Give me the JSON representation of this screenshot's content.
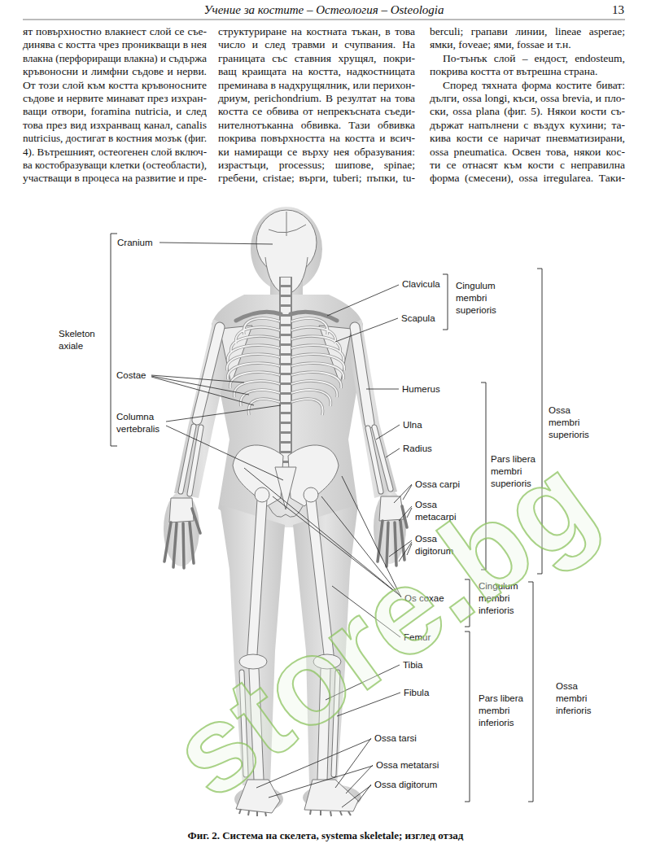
{
  "diagram": {
    "caption": "Фиг. 2. Система на скелета, systema skeletale; изглед отзад",
    "labels": [
      "Учение за костите – Остеология – Osteologia",
      "13",
      "ят повърхностно влакнест слой се съе-",
      "динява с костта чрез проникващи в нея",
      "влакна (перфориращи влакна) и съдържа",
      "кръвоносни и лимфни съдове и нерви.",
      "От този слой към костта кръвоносните",
      "съдове и нервите минават през изхран-",
      "ващи отвори, foramina nutricia, и след",
      "това през вид изхранващ канал, canalis",
      "nutricius, достигат в костния мозък (фиг.",
      "4). Вътрешният, остеогенен слой включ-",
      "ва костобразуващи клетки (остеобласти),",
      "участващи в процеса на развитие и пре-",
      "структуриране на костната тъкан, в това",
      "число и след травми и счупвания. На",
      "границата със ставния хрущял, покри-",
      "ващ краищата на костта, надкостницата",
      "преминава в надхрущялник, или перихон-",
      "дриум, perichondrium. В резултат на това",
      "костта се обвива от непрекъсната съеди-",
      "нителнотъканна обвивка. Тази обвивка",
      "покрива повърхността на костта и всич-",
      "ки намиращи се върху нея образувания:",
      "израстъци, processus; шипове, spinae;",
      "гребени, cristae; върги, tuberi; пъпки, tu-",
      "berculi; грапави линии, lineae asperae;",
      "ямки, foveae; ями, fossae и т.н.",
      "По-тънък слой – ендост, endosteum,",
      "покрива костта от вътрешна страна.",
      "Според тяхната форма костите биват:",
      "дълги, ossa longi, къси, ossa brevia, и пло-",
      "ски, ossa plana (фиг. 5). Някои кости съ-",
      "държат напълнени с въздух кухини; та-",
      "кива кости се наричат пневматизирани,",
      "ossa pneumatica. Освен това, някои кос-",
      "ти се отнасят към кости с неправилна",
      "форма (смесени), ossa irregularea. Таки-",
      "Cranium",
      "Skeleton axiale",
      "Costae",
      "Columna vertebralis",
      "Clavicula",
      "Scapula",
      "Cingulum membri superioris",
      "Humerus",
      "Ulna",
      "Radius",
      "Ossa carpi",
      "Ossa metacarpi",
      "Ossa digitorum",
      "Pars libera membri superioris",
      "Ossa membri superioris",
      "Os coxae",
      "Cingulum membri inferioris",
      "Femur",
      "Tibia",
      "Fibula",
      "Pars libera membri inferioris",
      "Ossa membri inferioris",
      "Ossa tarsi",
      "Ossa metatarsi",
      "Ossa digitorum",
      "store.bg"
    ]
  }
}
